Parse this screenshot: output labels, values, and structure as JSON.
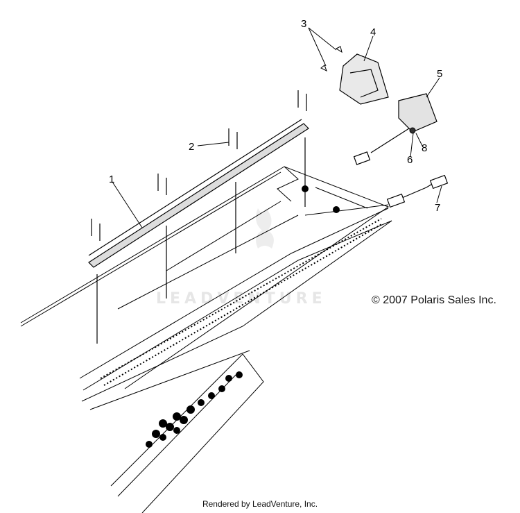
{
  "diagram": {
    "callouts": [
      "1",
      "2",
      "3",
      "4",
      "5",
      "6",
      "7",
      "8"
    ],
    "watermark": "LEADVENTURE",
    "copyright": "© 2007 Polaris Sales Inc.",
    "footer": "Rendered by LeadVenture, Inc."
  }
}
